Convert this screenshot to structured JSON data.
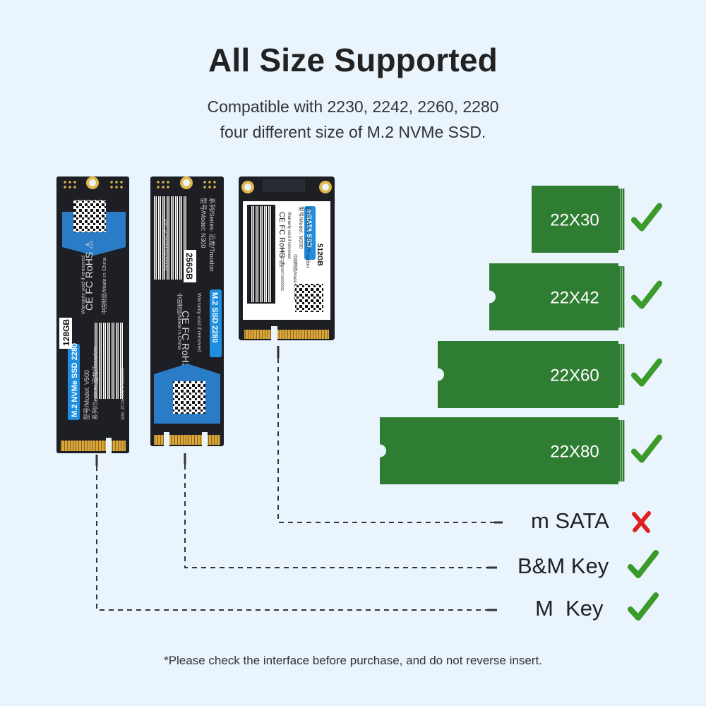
{
  "header": {
    "title": "All Size Supported",
    "subtitle_line1": "Compatible with 2230, 2242, 2260, 2280",
    "subtitle_line2": "four different size of M.2 NVMe SSD."
  },
  "ssd_cards": [
    {
      "model_line": "M.2 NVMe SSD 2280",
      "capacity": "128GB",
      "spec_line1": "型号/Model: V500",
      "spec_line2": "系列/Series: 迅龙/Troodon",
      "sn": "S/N: ZC20190715000001",
      "warranty": "Warranty void if removed",
      "origin": "中国制造/Made in China"
    },
    {
      "model_line": "M.2 SSD 2280",
      "capacity": "256GB",
      "spec_line1": "型号/Model: N300",
      "spec_line2": "系列/Series: 迅龙/Troodon",
      "sn": "S/N: ZC20190715000001",
      "warranty": "Warranty void if removed",
      "origin": "中国制造/Made in China"
    },
    {
      "model_line": "mSATA SSD",
      "capacity": "512GB",
      "spec_line1": "型号/Model: M200",
      "spec_line2": "系列/Series: 迅龙/Troodon",
      "sn": "S/N: ZC20190715000001",
      "warranty": "Warranty void if removed",
      "origin": "中国制造/Made in China"
    }
  ],
  "sizes": [
    {
      "label": "22X30",
      "supported": true
    },
    {
      "label": "22X42",
      "supported": true
    },
    {
      "label": "22X60",
      "supported": true
    },
    {
      "label": "22X80",
      "supported": true
    }
  ],
  "interfaces": [
    {
      "label": "m SATA",
      "supported": false
    },
    {
      "label": "B&M Key",
      "supported": true
    },
    {
      "label": "M  Key",
      "supported": true
    }
  ],
  "footnote": "*Please check the interface before purchase, and do not reverse insert.",
  "colors": {
    "background": "#e9f4fd",
    "board_green": "#2f7d32",
    "check_green": "#3a9a2a",
    "cross_red": "#e02020",
    "card_black": "#1d1f24",
    "label_blue": "#1e8fe0"
  }
}
